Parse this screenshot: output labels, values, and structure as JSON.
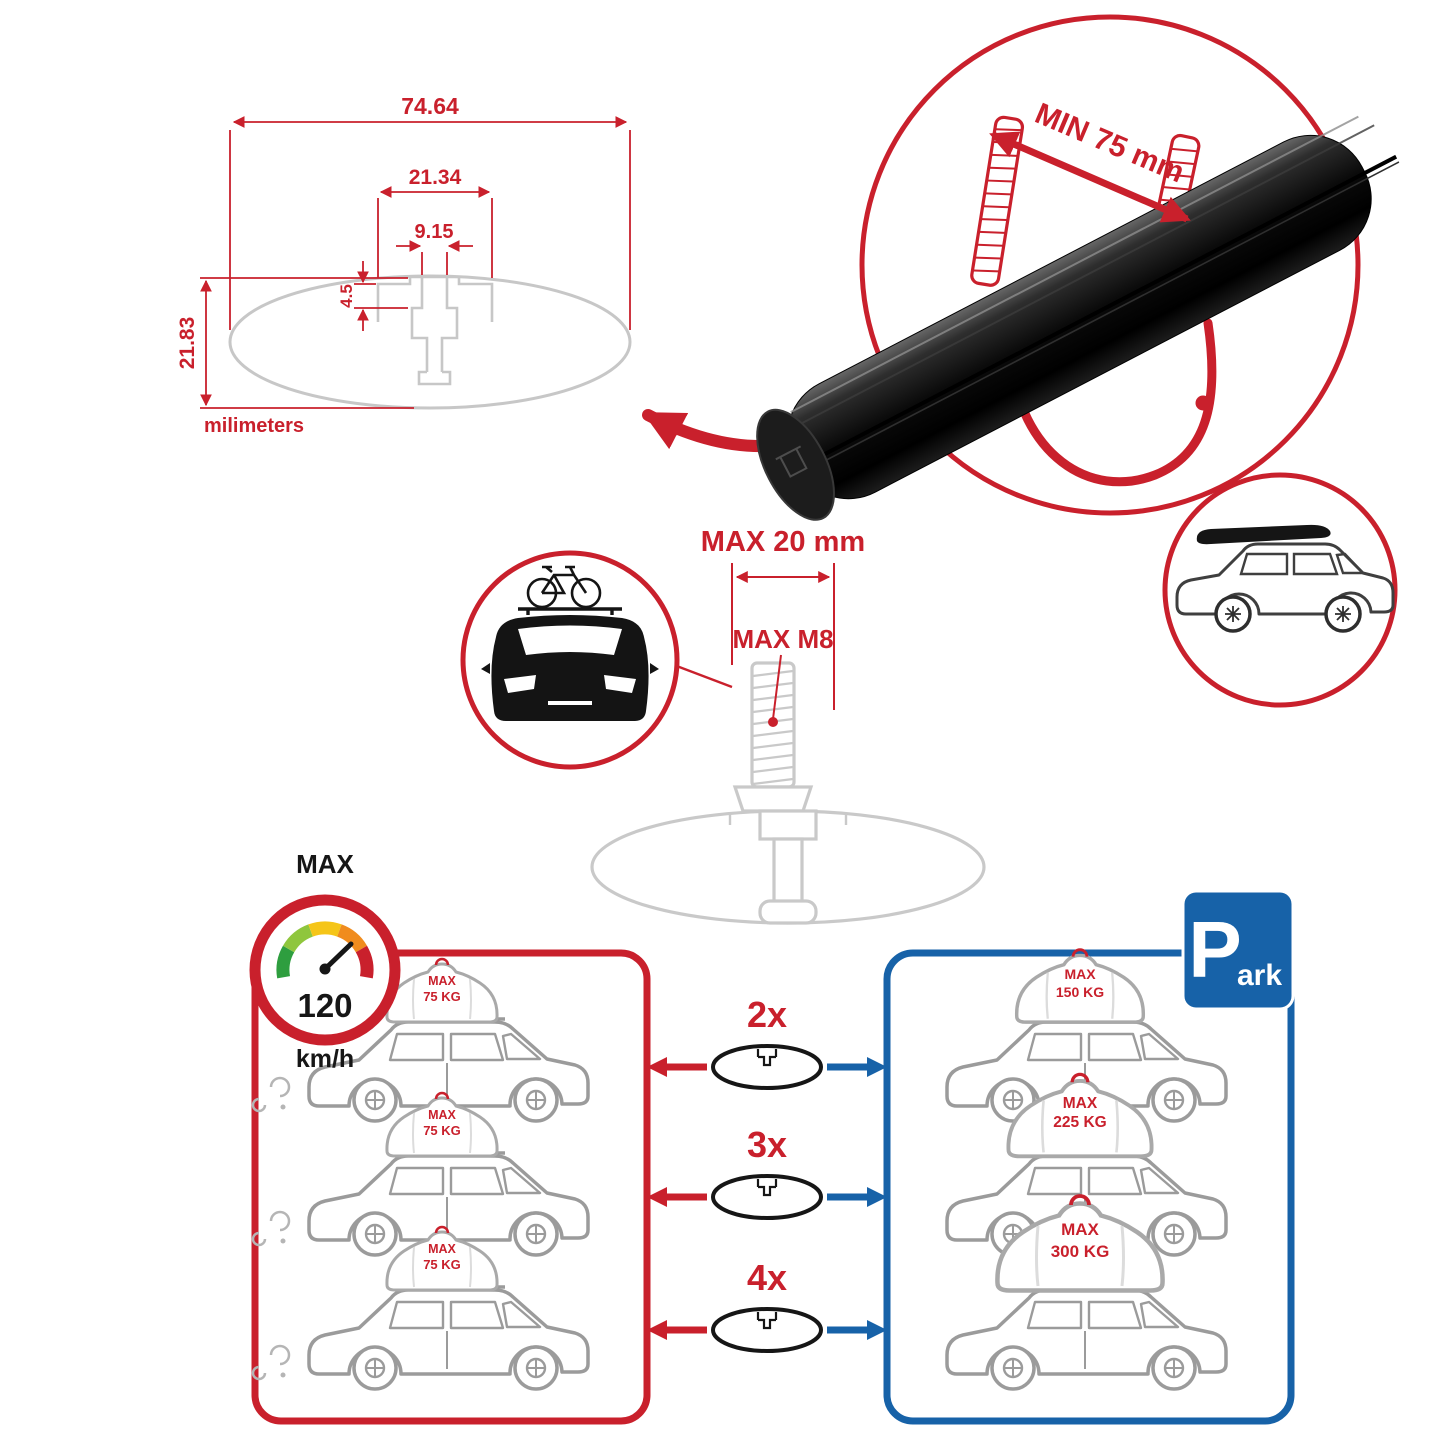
{
  "colors": {
    "accent_red": "#c9202c",
    "accent_blue": "#1762a8",
    "drawing_gray": "#c7c7c7",
    "car_gray": "#9b9b9b",
    "bar_black": "#111111"
  },
  "dimension_drawing": {
    "total_width": "74.64",
    "channel_outer_width": "21.34",
    "channel_inner_width": "9.15",
    "lip_depth": "4.5",
    "total_height": "21.83",
    "units_label": "milimeters"
  },
  "crossbar_detail": {
    "min_span_label": "MIN 75 mm"
  },
  "bolt_detail": {
    "max_length_label": "MAX 20 mm",
    "max_thread_label": "MAX M8"
  },
  "speed_gauge": {
    "title": "MAX",
    "value": "120",
    "units": "km/h"
  },
  "capacity": {
    "multipliers": [
      "2x",
      "3x",
      "4x"
    ],
    "driving_cars": [
      {
        "line1": "MAX",
        "line2": "75 KG"
      },
      {
        "line1": "MAX",
        "line2": "75 KG"
      },
      {
        "line1": "MAX",
        "line2": "75 KG"
      }
    ],
    "parked_cars": [
      {
        "line1": "MAX",
        "line2": "150 KG"
      },
      {
        "line1": "MAX",
        "line2": "225 KG"
      },
      {
        "line1": "MAX",
        "line2": "300 KG"
      }
    ],
    "park_sign": {
      "letter": "P",
      "suffix": "ark"
    }
  }
}
